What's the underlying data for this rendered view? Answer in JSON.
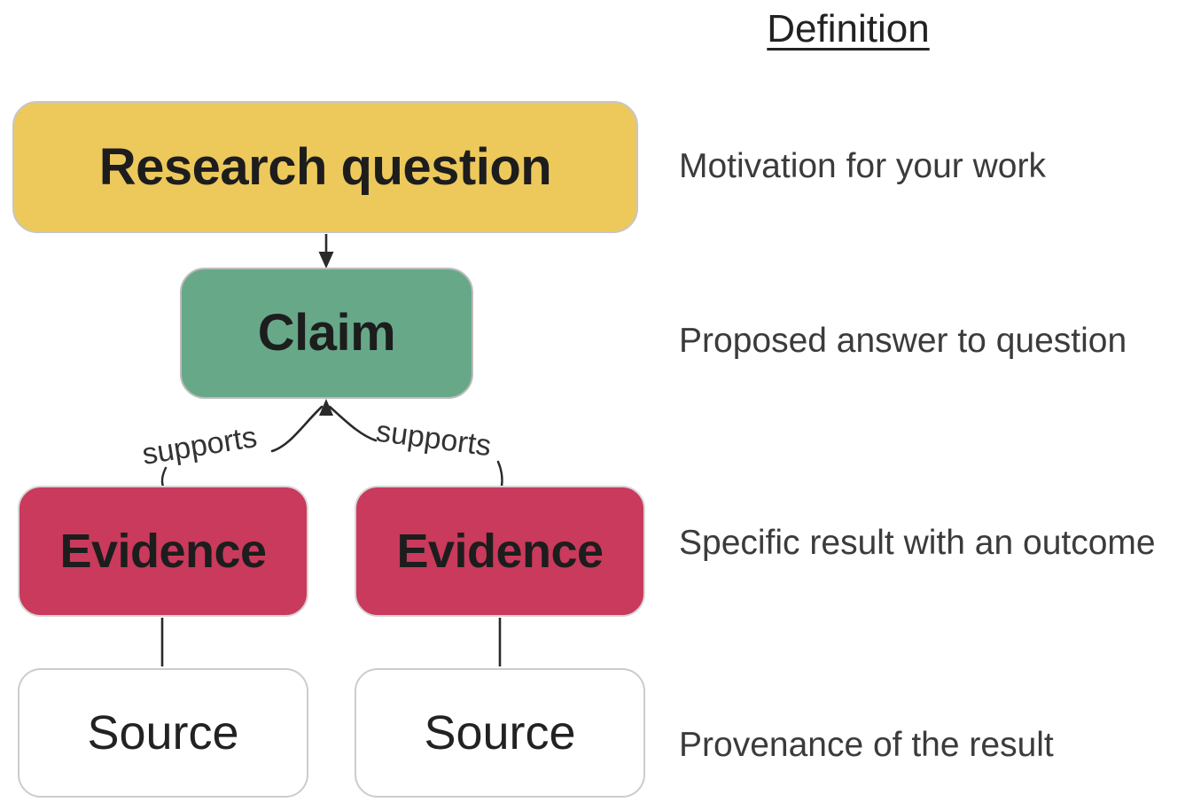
{
  "diagram": {
    "nodes": [
      {
        "id": "research-question",
        "label": "Research question",
        "color": "#edc95c"
      },
      {
        "id": "claim",
        "label": "Claim",
        "color": "#67a889"
      },
      {
        "id": "evidence-left",
        "label": "Evidence",
        "color": "#c93a5c"
      },
      {
        "id": "evidence-right",
        "label": "Evidence",
        "color": "#c93a5c"
      },
      {
        "id": "source-left",
        "label": "Source",
        "color": "#ffffff"
      },
      {
        "id": "source-right",
        "label": "Source",
        "color": "#ffffff"
      }
    ],
    "edge_labels": {
      "supports_left": "supports",
      "supports_right": "supports"
    },
    "line_color": "#2a2a2a"
  },
  "definitions": {
    "header": "Definition",
    "items": [
      "Motivation for your work",
      "Proposed answer to question",
      "Specific result with an outcome",
      "Provenance of the result"
    ]
  }
}
